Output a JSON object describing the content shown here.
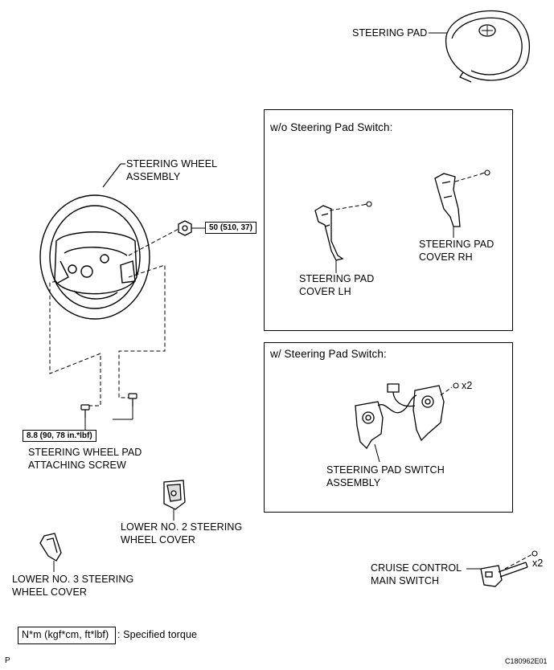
{
  "labels": {
    "steering_pad": "STEERING PAD",
    "steering_wheel_assembly_1": "STEERING WHEEL",
    "steering_wheel_assembly_2": "ASSEMBLY",
    "pad_screw_1": "STEERING WHEEL PAD",
    "pad_screw_2": "ATTACHING SCREW",
    "lower_no2_1": "LOWER NO. 2 STEERING",
    "lower_no2_2": "WHEEL COVER",
    "lower_no3_1": "LOWER NO. 3 STEERING",
    "lower_no3_2": "WHEEL COVER",
    "cover_lh_1": "STEERING PAD",
    "cover_lh_2": "COVER LH",
    "cover_rh_1": "STEERING PAD",
    "cover_rh_2": "COVER RH",
    "switch_assy_1": "STEERING PAD SWITCH",
    "switch_assy_2": "ASSEMBLY",
    "cruise_1": "CRUISE CONTROL",
    "cruise_2": "MAIN SWITCH"
  },
  "panels": {
    "without_switch_title": "w/o Steering Pad Switch:",
    "with_switch_title": "w/ Steering Pad Switch:"
  },
  "torques": {
    "nut": "50 (510, 37)",
    "screw": "8.8 (90, 78 in.*lbf)"
  },
  "quantities": {
    "switch_screws": "x2",
    "cruise_screws": "x2"
  },
  "legend": {
    "unit_box": "N*m (kgf*cm, ft*lbf)",
    "text": ": Specified torque"
  },
  "footer": {
    "page_letter": "P",
    "figure_code": "C180962E01"
  }
}
